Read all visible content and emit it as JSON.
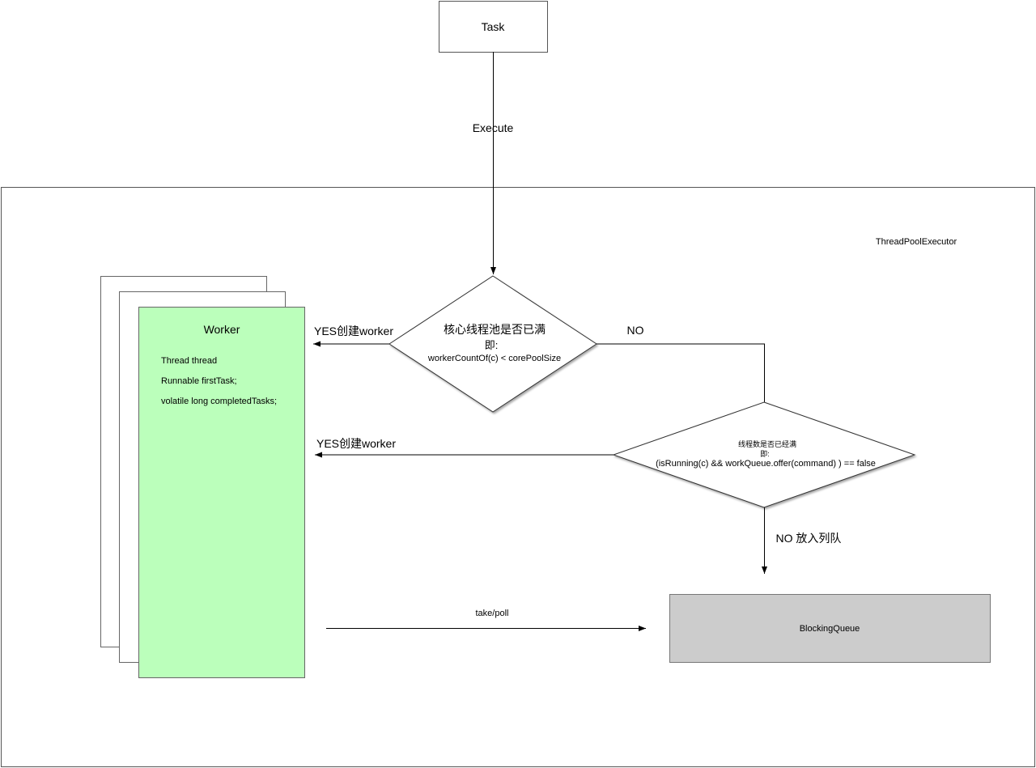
{
  "task": {
    "label": "Task"
  },
  "execute_label": "Execute",
  "container": {
    "title": "ThreadPoolExecutor"
  },
  "worker": {
    "title": "Worker",
    "fields": [
      "Thread thread",
      "Runnable firstTask;",
      "volatile long completedTasks;"
    ],
    "fill_color": "#bbffbb"
  },
  "decision_core": {
    "line1": "核心线程池是否已满",
    "line2": "即:",
    "line3": "workerCountOf(c) < corePoolSize"
  },
  "decision_max": {
    "line1": "线程数是否已经满",
    "line2": "即:",
    "line3": "(isRunning(c) && workQueue.offer(command) ) == false"
  },
  "edges": {
    "yes_core": "YES创建worker",
    "no_core": "NO",
    "yes_max": "YES创建worker",
    "no_max": "NO 放入列队",
    "take_poll": "take/poll"
  },
  "queue": {
    "label": "BlockingQueue",
    "fill_color": "#cccccc"
  }
}
